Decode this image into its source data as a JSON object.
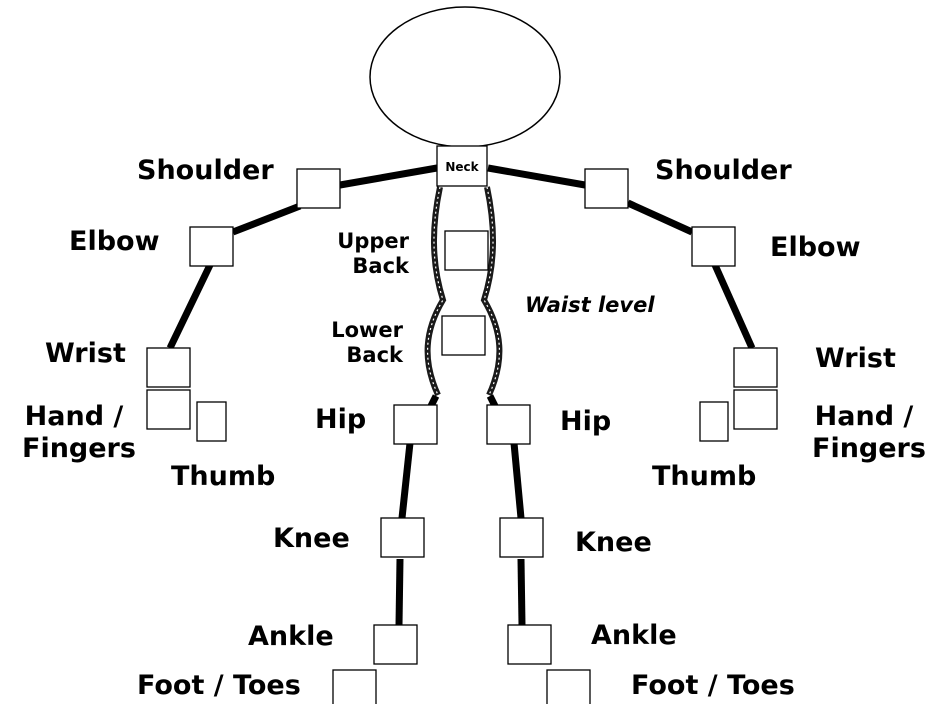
{
  "labels": {
    "shoulder_left": "Shoulder",
    "shoulder_right": "Shoulder",
    "elbow_left": "Elbow",
    "elbow_right": "Elbow",
    "wrist_left": "Wrist",
    "wrist_right": "Wrist",
    "hand_left_line1": "Hand /",
    "hand_left_line2": "Fingers",
    "hand_right_line1": "Hand /",
    "hand_right_line2": "Fingers",
    "thumb_left": "Thumb",
    "thumb_right": "Thumb",
    "upper_back_line1": "Upper",
    "upper_back_line2": "Back",
    "lower_back_line1": "Lower",
    "lower_back_line2": "Back",
    "waist_level": "Waist level",
    "hip_left": "Hip",
    "hip_right": "Hip",
    "knee_left": "Knee",
    "knee_right": "Knee",
    "ankle_left": "Ankle",
    "ankle_right": "Ankle",
    "foot_left": "Foot / Toes",
    "foot_right": "Foot / Toes",
    "neck": "Neck"
  }
}
